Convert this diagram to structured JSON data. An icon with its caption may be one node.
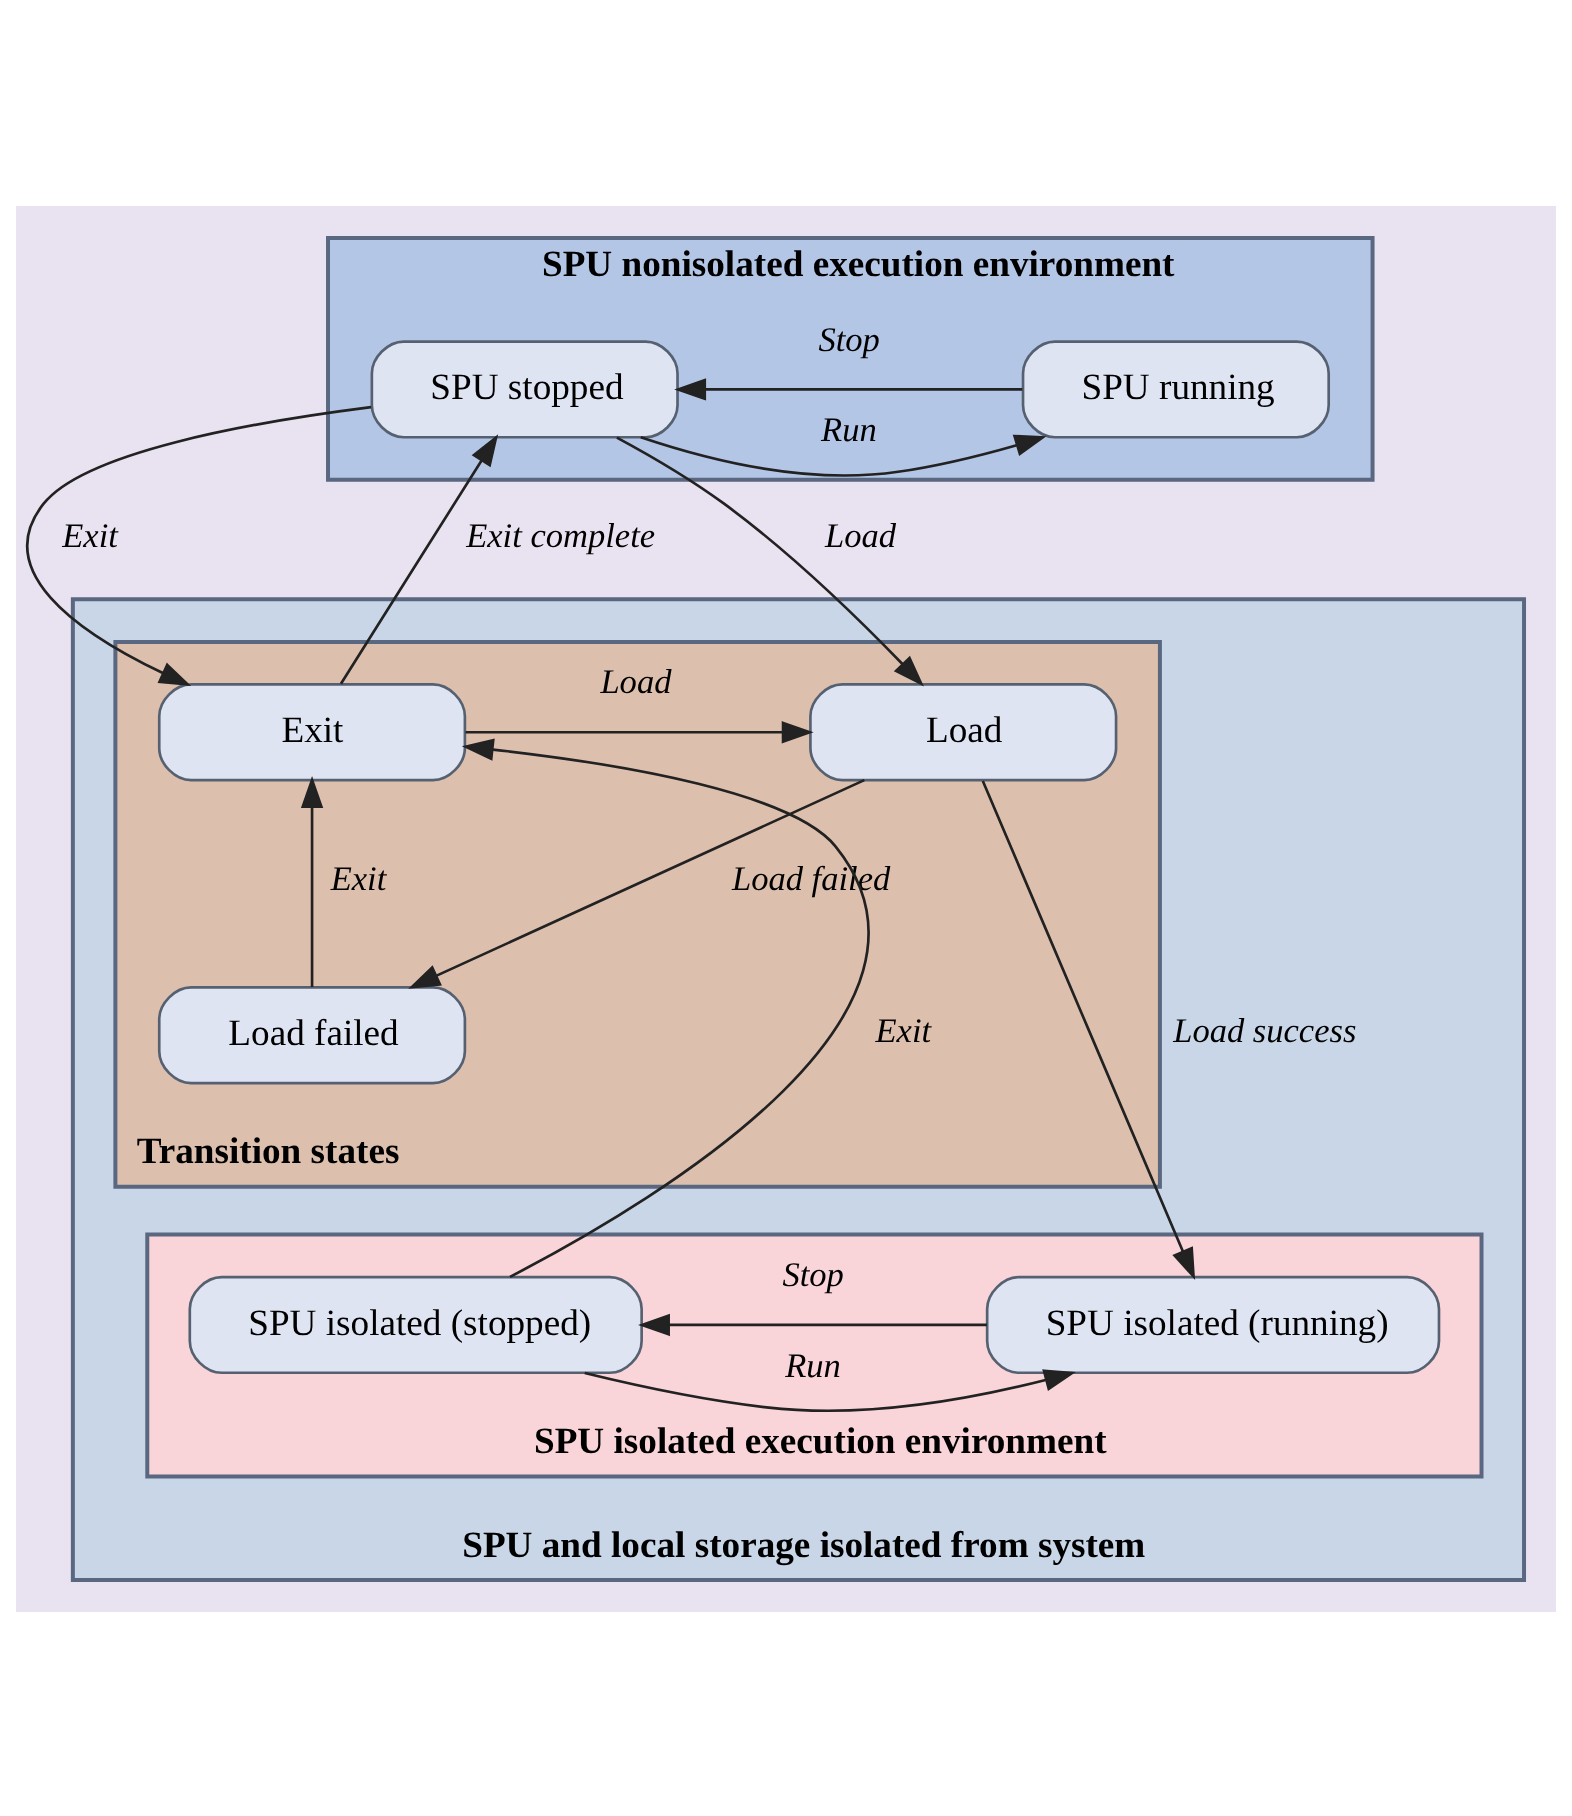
{
  "diagram": {
    "nodes": [
      {
        "text": [
          "SPU nonisolated execution environment"
        ]
      },
      {
        "text": [
          "SPU stopped"
        ],
        "in": 0
      },
      {
        "text": [
          "SPU running"
        ],
        "in": 0
      },
      {
        "text": [
          "SPU and local storage isolated from system"
        ]
      },
      {
        "text": [
          "Transition states"
        ],
        "in": 3
      },
      {
        "text": [
          "Exit"
        ],
        "in": 4
      },
      {
        "text": [
          "Load"
        ],
        "in": 4
      },
      {
        "text": [
          "Load failed"
        ],
        "in": 4
      },
      {
        "text": [
          "SPU isolated execution environment"
        ],
        "in": 3
      },
      {
        "text": [
          "SPU isolated (stopped)"
        ],
        "in": 8
      },
      {
        "text": [
          "SPU isolated (running)"
        ],
        "in": 8
      }
    ],
    "edges": [
      {
        "from": 1,
        "to": 2,
        "arrow": "to",
        "label": "Run"
      },
      {
        "from": 2,
        "to": 1,
        "arrow": "to",
        "label": "Stop"
      },
      {
        "from": 1,
        "to": 5,
        "arrow": "to",
        "label": "Exit"
      },
      {
        "from": 5,
        "to": 1,
        "arrow": "to",
        "label": "Exit complete"
      },
      {
        "from": 1,
        "to": 6,
        "arrow": "to",
        "label": "Load"
      },
      {
        "from": 5,
        "to": 6,
        "arrow": "to",
        "label": "Load"
      },
      {
        "from": 6,
        "to": 7,
        "arrow": "to",
        "label": "Load failed"
      },
      {
        "from": 7,
        "to": 5,
        "arrow": "to",
        "label": "Exit"
      },
      {
        "from": 6,
        "to": 10,
        "arrow": "to",
        "label": "Load success"
      },
      {
        "from": 9,
        "to": 5,
        "arrow": "to",
        "label": "Exit"
      },
      {
        "from": 9,
        "to": 10,
        "arrow": "to",
        "label": "Run"
      },
      {
        "from": 10,
        "to": 9,
        "arrow": "to",
        "label": "Stop"
      }
    ]
  }
}
